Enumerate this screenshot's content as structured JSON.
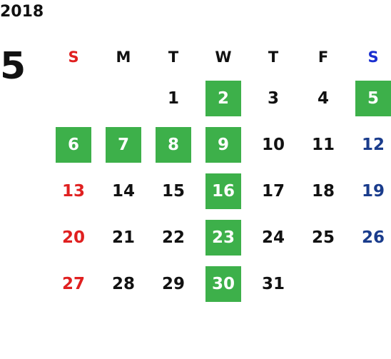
{
  "calendar": {
    "year": "2018",
    "month": "5",
    "weekdays": [
      "S",
      "M",
      "T",
      "W",
      "T",
      "F",
      "S"
    ],
    "weeks": [
      [
        {
          "day": "",
          "hl": false
        },
        {
          "day": "",
          "hl": false
        },
        {
          "day": "1",
          "hl": false
        },
        {
          "day": "2",
          "hl": true
        },
        {
          "day": "3",
          "hl": false
        },
        {
          "day": "4",
          "hl": false
        },
        {
          "day": "5",
          "hl": true
        }
      ],
      [
        {
          "day": "6",
          "hl": true
        },
        {
          "day": "7",
          "hl": true
        },
        {
          "day": "8",
          "hl": true
        },
        {
          "day": "9",
          "hl": true
        },
        {
          "day": "10",
          "hl": false
        },
        {
          "day": "11",
          "hl": false
        },
        {
          "day": "12",
          "hl": false
        }
      ],
      [
        {
          "day": "13",
          "hl": false
        },
        {
          "day": "14",
          "hl": false
        },
        {
          "day": "15",
          "hl": false
        },
        {
          "day": "16",
          "hl": true
        },
        {
          "day": "17",
          "hl": false
        },
        {
          "day": "18",
          "hl": false
        },
        {
          "day": "19",
          "hl": false
        }
      ],
      [
        {
          "day": "20",
          "hl": false
        },
        {
          "day": "21",
          "hl": false
        },
        {
          "day": "22",
          "hl": false
        },
        {
          "day": "23",
          "hl": true
        },
        {
          "day": "24",
          "hl": false
        },
        {
          "day": "25",
          "hl": false
        },
        {
          "day": "26",
          "hl": false
        }
      ],
      [
        {
          "day": "27",
          "hl": false
        },
        {
          "day": "28",
          "hl": false
        },
        {
          "day": "29",
          "hl": false
        },
        {
          "day": "30",
          "hl": true
        },
        {
          "day": "31",
          "hl": false
        },
        {
          "day": "",
          "hl": false
        },
        {
          "day": "",
          "hl": false
        }
      ]
    ]
  },
  "colors": {
    "highlight": "#3db04a",
    "sunday": "#e02020",
    "saturday": "#1a3c8c",
    "saturday_header": "#1a2fd0",
    "text": "#111111"
  }
}
